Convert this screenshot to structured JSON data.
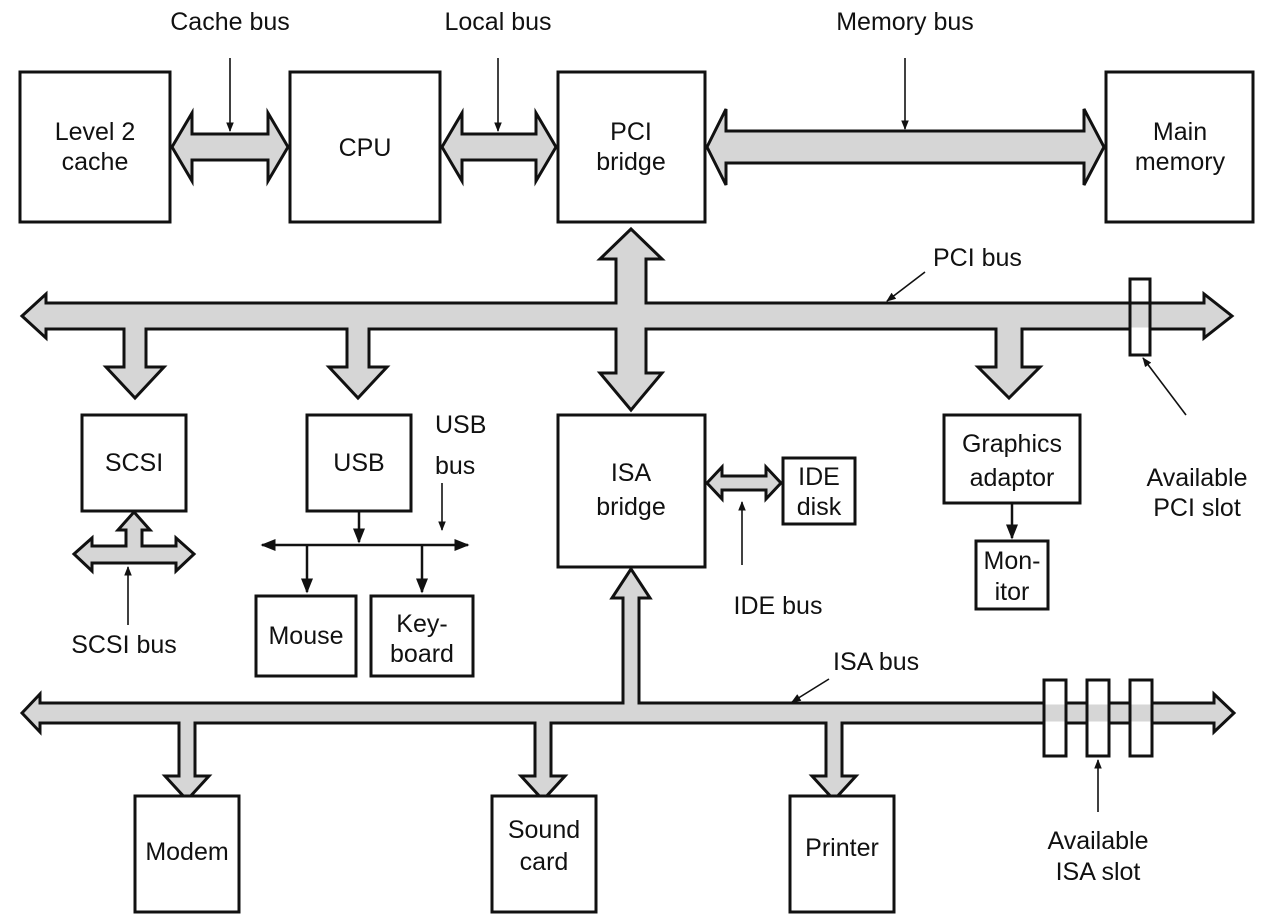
{
  "diagram": {
    "title": "PCI / ISA bus architecture",
    "components": {
      "l2_cache": [
        "Level 2",
        "cache"
      ],
      "cpu": [
        "CPU"
      ],
      "pci_bridge": [
        "PCI",
        "bridge"
      ],
      "main_memory": [
        "Main",
        "memory"
      ],
      "scsi": [
        "SCSI"
      ],
      "usb": [
        "USB"
      ],
      "isa_bridge": [
        "ISA",
        "bridge"
      ],
      "ide_disk": [
        "IDE",
        "disk"
      ],
      "graphics_adaptor": [
        "Graphics",
        "adaptor"
      ],
      "monitor": [
        "Mon-",
        "itor"
      ],
      "mouse": [
        "Mouse"
      ],
      "keyboard": [
        "Key-",
        "board"
      ],
      "modem": [
        "Modem"
      ],
      "sound_card": [
        "Sound",
        "card"
      ],
      "printer": [
        "Printer"
      ]
    },
    "labels": {
      "cache_bus": "Cache bus",
      "local_bus": "Local bus",
      "memory_bus": "Memory bus",
      "pci_bus": "PCI bus",
      "usb_bus": [
        "USB",
        "bus"
      ],
      "scsi_bus": "SCSI bus",
      "ide_bus": "IDE bus",
      "isa_bus": "ISA bus",
      "available_pci_slot": [
        "Available",
        "PCI slot"
      ],
      "available_isa_slot": [
        "Available",
        "ISA slot"
      ]
    },
    "colors": {
      "bus_fill": "#d6d6d6",
      "stroke": "#111111",
      "background": "#ffffff"
    }
  }
}
